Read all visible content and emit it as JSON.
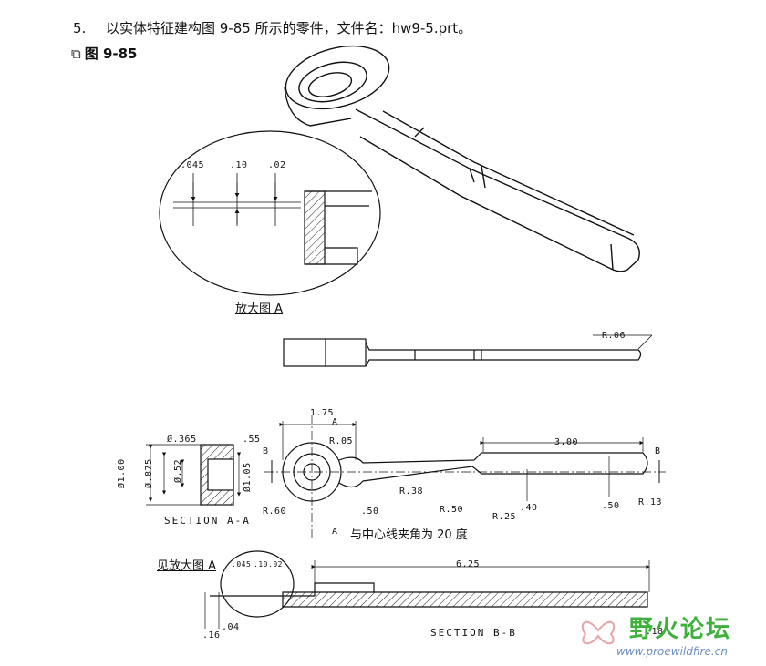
{
  "task": {
    "number": "5.",
    "text": "以实体特征建构图 9-85 所示的零件，文件名：hw9-5.prt。"
  },
  "figure": {
    "mark": "⧉",
    "label": "图 9-85"
  },
  "detail_view": {
    "caption": "放大图 A",
    "dims": [
      ".045",
      ".10",
      ".02"
    ]
  },
  "side_view": {
    "radius": "R.06"
  },
  "top_view": {
    "dims": {
      "d175": "1.75",
      "d300": "3.00",
      "r05": "R.05",
      "r38": "R.38",
      "r60": "R.60",
      "r50": "R.50",
      "r25": "R.25",
      "r13": "R.13",
      "d50a": ".50",
      "d40": ".40",
      "d50b": ".50"
    },
    "section_marks": {
      "a_top": "A",
      "a_bottom": "A",
      "b_left": "B",
      "b_right": "B"
    },
    "note": "与中心线夹角为 20 度"
  },
  "section_aa": {
    "label": "SECTION  A-A",
    "dims": {
      "d365": "Ø.365",
      "d55": ".55",
      "d100": "Ø1.00",
      "d875": "Ø.875",
      "d52": "Ø.52",
      "d105": "Ø1.05"
    }
  },
  "section_bb": {
    "label": "SECTION  B-B",
    "ref_caption": "见放大图 A",
    "dims": {
      "d625": "6.25",
      "d045": ".045",
      "d10": ".10",
      "d02": ".02",
      "d16": ".16",
      "d04": ".04",
      "d18": ".18"
    }
  },
  "watermark": {
    "text": "野火论坛",
    "url": "www.proewildfire.cn",
    "color": "#3db23a"
  }
}
